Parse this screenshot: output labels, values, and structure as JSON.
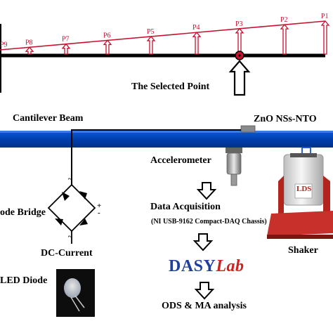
{
  "beam_profile": {
    "points": [
      "P1",
      "P2",
      "P3",
      "P4",
      "P5",
      "P6",
      "P7",
      "P8",
      "P9"
    ],
    "selected_point": "P3",
    "selected_label": "The Selected Point"
  },
  "setup": {
    "beam_label": "Cantilever Beam",
    "sensor_label": "ZnO NSs-NTO",
    "accelerometer_label": "Accelerometer",
    "daq_label": "Data Acquisition",
    "daq_detail": "(NI USB-9162 Compact-DAQ Chassis)",
    "software_prefix": "DASY",
    "software_suffix": "Lab",
    "analysis_label": "ODS & MA analysis",
    "shaker_label": "Shaker",
    "shaker_brand": "LDS"
  },
  "circuit": {
    "bridge_label": "ode Bridge",
    "current_label": "DC-Current",
    "led_label": "LED Diode",
    "plus_sign": "+",
    "minus_sign": "-",
    "tilde_sign": "~"
  },
  "colors": {
    "profile_line": "#c8102e",
    "beam": "#0047ab",
    "arrow": "#000000"
  }
}
